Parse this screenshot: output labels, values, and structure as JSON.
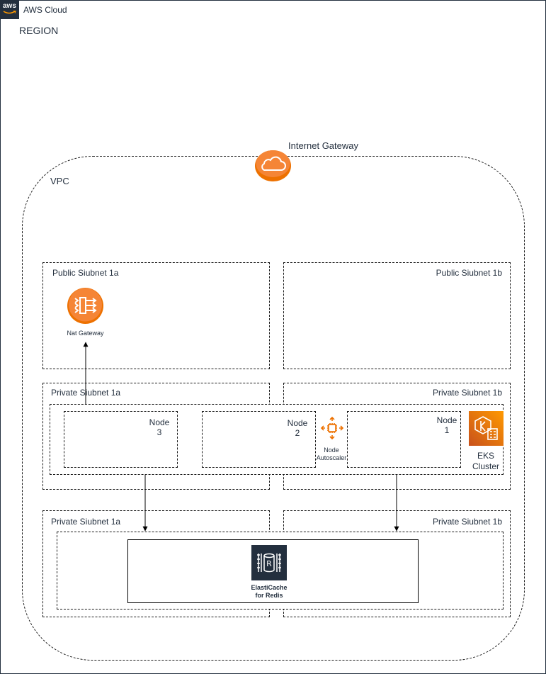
{
  "cloud": {
    "label": "AWS Cloud",
    "logo_text": "aws"
  },
  "region": {
    "label": "REGION"
  },
  "internet_gateway": {
    "label": "Internet Gateway"
  },
  "vpc": {
    "label": "VPC"
  },
  "public_subnet_a": {
    "label": "Public Siubnet 1a"
  },
  "public_subnet_b": {
    "label": "Public Siubnet 1b"
  },
  "nat_gateway": {
    "label": "Nat Gateway"
  },
  "private_subnet_a_1": {
    "label": "Private Siubnet 1a"
  },
  "private_subnet_b_1": {
    "label": "Private Siubnet 1b"
  },
  "private_subnet_a_2": {
    "label": "Private Siubnet 1a"
  },
  "private_subnet_b_2": {
    "label": "Private Siubnet 1b"
  },
  "nodes": [
    {
      "label_top": "Node",
      "label_num": "3"
    },
    {
      "label_top": "Node",
      "label_num": "2"
    },
    {
      "label_top": "Node",
      "label_num": "1"
    }
  ],
  "node_autoscaler": {
    "line1": "Node",
    "line2": "Autoscaler"
  },
  "eks": {
    "line1": "EKS",
    "line2": "Cluster"
  },
  "elasticache": {
    "line1": "ElastiCache",
    "line2": "for Redis"
  },
  "colors": {
    "orange": "#ED7100",
    "dark": "#232F3E",
    "border": "#1a1a1a"
  }
}
